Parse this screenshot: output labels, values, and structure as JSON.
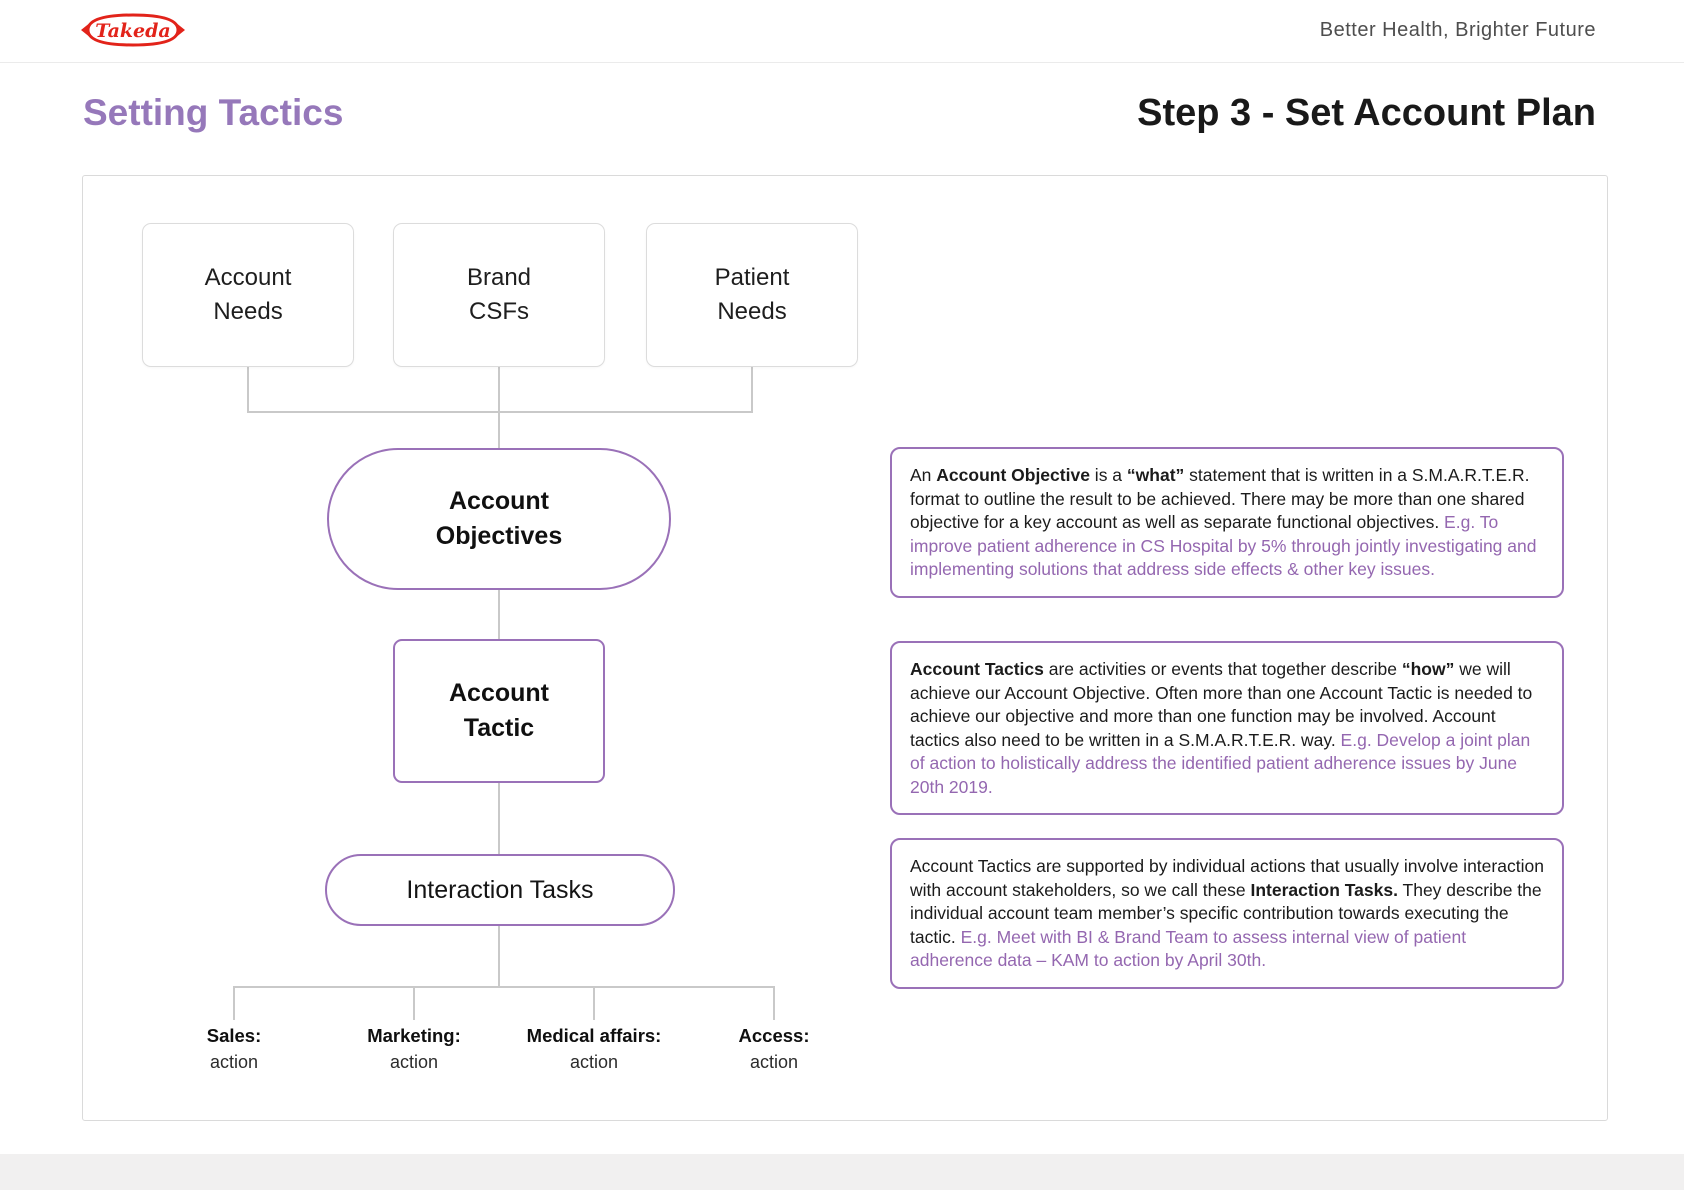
{
  "header": {
    "logo": "Takeda",
    "tagline": "Better Health, Brighter Future"
  },
  "title": {
    "left": "Setting Tactics",
    "right": "Step 3 - Set Account Plan"
  },
  "flowchart": {
    "inputs": [
      {
        "line1": "Account",
        "line2": "Needs"
      },
      {
        "line1": "Brand",
        "line2": "CSFs"
      },
      {
        "line1": "Patient",
        "line2": "Needs"
      }
    ],
    "objective": {
      "line1": "Account",
      "line2": "Objectives"
    },
    "tactic": {
      "line1": "Account",
      "line2": "Tactic"
    },
    "interaction": "Interaction Tasks",
    "functions": [
      {
        "label": "Sales:",
        "action": "action"
      },
      {
        "label": "Marketing:",
        "action": "action"
      },
      {
        "label": "Medical affairs:",
        "action": "action"
      },
      {
        "label": "Access:",
        "action": "action"
      }
    ]
  },
  "annotations": [
    {
      "segments": [
        {
          "t": "An "
        },
        {
          "t": "Account Objective",
          "b": true
        },
        {
          "t": " is a "
        },
        {
          "t": "“what”",
          "b": true
        },
        {
          "t": " statement that is written in a S.M.A.R.T.E.R. format to outline the result to be achieved. There may be more than one shared objective for a key account as well as separate functional objectives. "
        },
        {
          "t": "E.g. To improve patient adherence in CS Hospital by 5% through jointly investigating and implementing solutions that address side effects & other key issues.",
          "p": true
        }
      ]
    },
    {
      "segments": [
        {
          "t": "Account Tactics",
          "b": true
        },
        {
          "t": " are activities or events that together describe "
        },
        {
          "t": "“how”",
          "b": true
        },
        {
          "t": " we will achieve our Account Objective. Often more than one Account Tactic is needed to achieve our objective and more than one function may be involved. Account tactics also need to be written in a S.M.A.R.T.E.R. way. "
        },
        {
          "t": "E.g. Develop a joint plan of action to holistically address the identified patient adherence issues by June 20th 2019.",
          "p": true
        }
      ]
    },
    {
      "segments": [
        {
          "t": "Account Tactics are supported  by individual actions that usually involve interaction with account stakeholders, so we call these "
        },
        {
          "t": "Interaction Tasks.",
          "b": true
        },
        {
          "t": " They describe the individual account team member’s specific contribution towards executing the tactic. "
        },
        {
          "t": "E.g. Meet with BI & Brand Team to assess internal view of patient adherence data – KAM to action by April 30th.",
          "p": true
        }
      ]
    }
  ],
  "colors": {
    "accent_purple": "#9a71b8",
    "purple_text": "#9467b0",
    "takeda_red": "#e2231a",
    "connector_gray": "#c9c9c9"
  }
}
